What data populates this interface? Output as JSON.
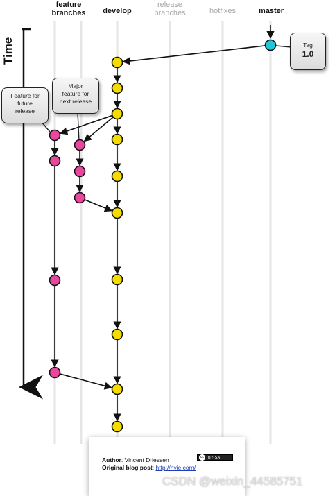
{
  "lanes": {
    "feature": "feature\nbranches",
    "develop": "develop",
    "release": "release\nbranches",
    "hotfixes": "hotfixes",
    "master": "master"
  },
  "time_label": "Time",
  "bubbles": {
    "future": [
      "Feature for",
      "future",
      "release"
    ],
    "major": [
      "Major",
      "feature for",
      "next release"
    ],
    "tag_label": "Tag",
    "tag_value": "1.0"
  },
  "footer": {
    "author_label": "Author",
    "author_name": "Vincent Driessen",
    "post_label": "Original blog post",
    "post_url": "http://nvie.com/",
    "license": "BY-SA",
    "license_mark": "cc"
  },
  "watermark": "CSDN @weixin_44585751",
  "colors": {
    "feature_commit": "#e8479e",
    "develop_commit": "#f5dc00",
    "master_commit": "#22c6d6",
    "lane_line": "#e6e6e6",
    "edge": "#111111"
  },
  "commits": {
    "master": [
      "m1"
    ],
    "develop": [
      "d1",
      "d2",
      "d3",
      "d4",
      "d5",
      "d6",
      "d7",
      "d8",
      "d9",
      "d10",
      "d11",
      "d12"
    ],
    "feature_future": [
      "fa1",
      "fa2",
      "fa3",
      "fa4"
    ],
    "feature_major": [
      "fb1",
      "fb2",
      "fb3"
    ]
  },
  "edges": [
    [
      "m1",
      "d1"
    ],
    [
      "d1",
      "d2"
    ],
    [
      "d2",
      "d3"
    ],
    [
      "d3",
      "d4"
    ],
    [
      "d4",
      "d5"
    ],
    [
      "d5",
      "d6"
    ],
    [
      "d6",
      "d7"
    ],
    [
      "d7",
      "d8"
    ],
    [
      "d8",
      "d9"
    ],
    [
      "d9",
      "d10"
    ],
    [
      "d10",
      "d11"
    ],
    [
      "d11",
      "d12"
    ],
    [
      "d3",
      "fa1"
    ],
    [
      "fa1",
      "fa2"
    ],
    [
      "fa2",
      "fa3"
    ],
    [
      "fa3",
      "fa4"
    ],
    [
      "fa4",
      "d11"
    ],
    [
      "d3",
      "fb1"
    ],
    [
      "fb1",
      "fb2"
    ],
    [
      "fb2",
      "fb3"
    ],
    [
      "fb3",
      "d7"
    ],
    [
      "d3",
      "d4"
    ]
  ]
}
